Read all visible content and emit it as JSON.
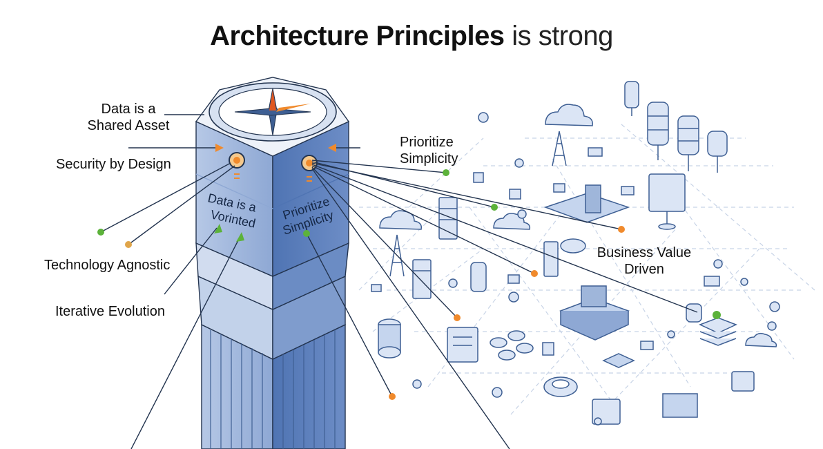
{
  "title": {
    "bold": "Architecture Principles",
    "normal": "is strong"
  },
  "labels": {
    "data_shared_line1": "Data is a",
    "data_shared_line2": "Shared Asset",
    "security": "Security by Design",
    "technology": "Technology Agnostic",
    "iterative": "Iterative Evolution",
    "prioritize_line1": "Prioritize",
    "prioritize_line2": "Simplicity",
    "business_line1": "Business Value",
    "business_line2": "Driven"
  },
  "pillar_text": {
    "left_line1": "Data is a",
    "left_line2": "Vorinted",
    "right_line1": "Prioritize",
    "right_line2": "Simplicity"
  },
  "colors": {
    "accent_orange": "#f08a2c",
    "accent_green": "#5cb23a",
    "pillar_front": "#9fb6da",
    "pillar_side": "#5f82bd",
    "line": "#23344f",
    "icon_fill": "#dbe5f5",
    "icon_stroke": "#3e5f93"
  }
}
